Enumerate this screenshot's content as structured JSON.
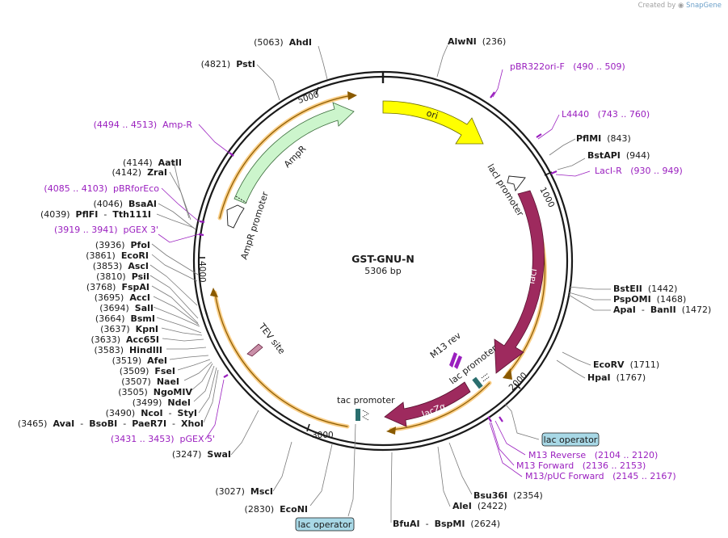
{
  "credit": {
    "prefix": "Created by",
    "brand": "SnapGene"
  },
  "plasmid": {
    "name": "GST-GNU-N",
    "length_label": "5306 bp",
    "length": 5306
  },
  "ticks": [
    "1000",
    "2000",
    "3000",
    "4000",
    "5000"
  ],
  "colors": {
    "ori": "#ffff00",
    "ampr": "#ccf5cc",
    "lacI": "#9e2a5e",
    "lacZa": "#9e2a5e",
    "highlight": "#f5a623",
    "tev": "#c98fa8",
    "primer": "#9a1fbf",
    "operator_bg": "#a8d8e6"
  },
  "features": {
    "ori": "ori",
    "ampr": "AmpR",
    "ampr_promoter": "AmpR promoter",
    "laci": "lacI",
    "laci_promoter": "lacI promoter",
    "lacza": "lacZα",
    "lac_promoter": "lac promoter",
    "tac_promoter": "tac promoter",
    "tev_site": "TEV site",
    "m13_rev": "M13 rev"
  },
  "operators": [
    {
      "id": "op-right",
      "label": "lac operator"
    },
    {
      "id": "op-bottom",
      "label": "lac operator"
    }
  ],
  "right_labels": [
    {
      "id": "alwni",
      "kind": "enz",
      "parts": [
        {
          "t": "AlwNI",
          "c": "enz"
        },
        {
          "t": "  (236)",
          "c": ""
        }
      ]
    },
    {
      "id": "pbr322",
      "kind": "primer",
      "parts": [
        {
          "t": "pBR322ori-F   (490 .. 509)",
          "c": "primer"
        }
      ]
    },
    {
      "id": "l4440",
      "kind": "primer",
      "parts": [
        {
          "t": "L4440   (743 .. 760)",
          "c": "primer"
        }
      ]
    },
    {
      "id": "pflmi",
      "kind": "enz",
      "parts": [
        {
          "t": "PflMI",
          "c": "enz"
        },
        {
          "t": "  (843)",
          "c": ""
        }
      ]
    },
    {
      "id": "bstapi",
      "kind": "enz",
      "parts": [
        {
          "t": "BstAPI",
          "c": "enz"
        },
        {
          "t": "  (944)",
          "c": ""
        }
      ]
    },
    {
      "id": "lacir",
      "kind": "primer",
      "parts": [
        {
          "t": "LacI-R   (930 .. 949)",
          "c": "primer"
        }
      ]
    },
    {
      "id": "bsteii",
      "kind": "enz",
      "parts": [
        {
          "t": "BstEII",
          "c": "enz"
        },
        {
          "t": "  (1442)",
          "c": ""
        }
      ]
    },
    {
      "id": "psp",
      "kind": "enz",
      "parts": [
        {
          "t": "PspOMI",
          "c": "enz"
        },
        {
          "t": "  (1468)",
          "c": ""
        }
      ]
    },
    {
      "id": "apai",
      "kind": "enz",
      "parts": [
        {
          "t": "ApaI",
          "c": "enz"
        },
        {
          "t": "  -  ",
          "c": ""
        },
        {
          "t": "BanII",
          "c": "enz"
        },
        {
          "t": "  (1472)",
          "c": ""
        }
      ]
    },
    {
      "id": "ecorv",
      "kind": "enz",
      "parts": [
        {
          "t": "EcoRV",
          "c": "enz"
        },
        {
          "t": "  (1711)",
          "c": ""
        }
      ]
    },
    {
      "id": "hpai",
      "kind": "enz",
      "parts": [
        {
          "t": "HpaI",
          "c": "enz"
        },
        {
          "t": "  (1767)",
          "c": ""
        }
      ]
    },
    {
      "id": "m13rev",
      "kind": "primer",
      "parts": [
        {
          "t": "M13 Reverse   (2104 .. 2120)",
          "c": "primer"
        }
      ]
    },
    {
      "id": "m13fwd",
      "kind": "primer",
      "parts": [
        {
          "t": "M13 Forward   (2136 .. 2153)",
          "c": "primer"
        }
      ]
    },
    {
      "id": "m13puc",
      "kind": "primer",
      "parts": [
        {
          "t": "M13/pUC Forward   (2145 .. 2167)",
          "c": "primer"
        }
      ]
    },
    {
      "id": "bsu36i",
      "kind": "enz",
      "parts": [
        {
          "t": "Bsu36I",
          "c": "enz"
        },
        {
          "t": "  (2354)",
          "c": ""
        }
      ]
    },
    {
      "id": "alei",
      "kind": "enz",
      "parts": [
        {
          "t": "AleI",
          "c": "enz"
        },
        {
          "t": "  (2422)",
          "c": ""
        }
      ]
    },
    {
      "id": "bfuai",
      "kind": "enz",
      "parts": [
        {
          "t": "BfuAI",
          "c": "enz"
        },
        {
          "t": "  -  ",
          "c": ""
        },
        {
          "t": "BspMI",
          "c": "enz"
        },
        {
          "t": "  (2624)",
          "c": ""
        }
      ]
    }
  ],
  "left_labels": [
    {
      "id": "ahdi",
      "kind": "enz",
      "parts": [
        {
          "t": "(5063)  ",
          "c": ""
        },
        {
          "t": "AhdI",
          "c": "enz"
        }
      ]
    },
    {
      "id": "psti",
      "kind": "enz",
      "parts": [
        {
          "t": "(4821)  ",
          "c": ""
        },
        {
          "t": "PstI",
          "c": "enz"
        }
      ]
    },
    {
      "id": "ampr-p",
      "kind": "primer",
      "parts": [
        {
          "t": "(4494 .. 4513)  Amp-R",
          "c": "primer"
        }
      ]
    },
    {
      "id": "aatii",
      "kind": "enz",
      "parts": [
        {
          "t": "(4144)  ",
          "c": ""
        },
        {
          "t": "AatII",
          "c": "enz"
        }
      ]
    },
    {
      "id": "zrai",
      "kind": "enz",
      "parts": [
        {
          "t": "(4142)  ",
          "c": ""
        },
        {
          "t": "ZraI",
          "c": "enz"
        }
      ]
    },
    {
      "id": "pbrfor",
      "kind": "primer",
      "parts": [
        {
          "t": "(4085 .. 4103)  pBRforEco",
          "c": "primer"
        }
      ]
    },
    {
      "id": "bsaai",
      "kind": "enz",
      "parts": [
        {
          "t": "(4046)  ",
          "c": ""
        },
        {
          "t": "BsaAI",
          "c": "enz"
        }
      ]
    },
    {
      "id": "pflfi",
      "kind": "enz",
      "parts": [
        {
          "t": "(4039)  ",
          "c": ""
        },
        {
          "t": "PflFI",
          "c": "enz"
        },
        {
          "t": "  -  ",
          "c": ""
        },
        {
          "t": "Tth111I",
          "c": "enz"
        }
      ]
    },
    {
      "id": "pgex3",
      "kind": "primer",
      "parts": [
        {
          "t": "(3919 .. 3941)  pGEX 3'",
          "c": "primer"
        }
      ]
    },
    {
      "id": "pfoi",
      "kind": "enz",
      "parts": [
        {
          "t": "(3936)  ",
          "c": ""
        },
        {
          "t": "PfoI",
          "c": "enz"
        }
      ]
    },
    {
      "id": "ecori",
      "kind": "enz",
      "parts": [
        {
          "t": "(3861)  ",
          "c": ""
        },
        {
          "t": "EcoRI",
          "c": "enz"
        }
      ]
    },
    {
      "id": "asci",
      "kind": "enz",
      "parts": [
        {
          "t": "(3853)  ",
          "c": ""
        },
        {
          "t": "AscI",
          "c": "enz"
        }
      ]
    },
    {
      "id": "psii",
      "kind": "enz",
      "parts": [
        {
          "t": "(3810)  ",
          "c": ""
        },
        {
          "t": "PsiI",
          "c": "enz"
        }
      ]
    },
    {
      "id": "fspai",
      "kind": "enz",
      "parts": [
        {
          "t": "(3768)  ",
          "c": ""
        },
        {
          "t": "FspAI",
          "c": "enz"
        }
      ]
    },
    {
      "id": "acci",
      "kind": "enz",
      "parts": [
        {
          "t": "(3695)  ",
          "c": ""
        },
        {
          "t": "AccI",
          "c": "enz"
        }
      ]
    },
    {
      "id": "sali",
      "kind": "enz",
      "parts": [
        {
          "t": "(3694)  ",
          "c": ""
        },
        {
          "t": "SalI",
          "c": "enz"
        }
      ]
    },
    {
      "id": "bsmi",
      "kind": "enz",
      "parts": [
        {
          "t": "(3664)  ",
          "c": ""
        },
        {
          "t": "BsmI",
          "c": "enz"
        }
      ]
    },
    {
      "id": "kpni",
      "kind": "enz",
      "parts": [
        {
          "t": "(3637)  ",
          "c": ""
        },
        {
          "t": "KpnI",
          "c": "enz"
        }
      ]
    },
    {
      "id": "acc65i",
      "kind": "enz",
      "parts": [
        {
          "t": "(3633)  ",
          "c": ""
        },
        {
          "t": "Acc65I",
          "c": "enz"
        }
      ]
    },
    {
      "id": "hindiii",
      "kind": "enz",
      "parts": [
        {
          "t": "(3583)  ",
          "c": ""
        },
        {
          "t": "HindIII",
          "c": "enz"
        }
      ]
    },
    {
      "id": "afei",
      "kind": "enz",
      "parts": [
        {
          "t": "(3519)  ",
          "c": ""
        },
        {
          "t": "AfeI",
          "c": "enz"
        }
      ]
    },
    {
      "id": "fsei",
      "kind": "enz",
      "parts": [
        {
          "t": "(3509)  ",
          "c": ""
        },
        {
          "t": "FseI",
          "c": "enz"
        }
      ]
    },
    {
      "id": "naei",
      "kind": "enz",
      "parts": [
        {
          "t": "(3507)  ",
          "c": ""
        },
        {
          "t": "NaeI",
          "c": "enz"
        }
      ]
    },
    {
      "id": "ngomiv",
      "kind": "enz",
      "parts": [
        {
          "t": "(3505)  ",
          "c": ""
        },
        {
          "t": "NgoMIV",
          "c": "enz"
        }
      ]
    },
    {
      "id": "ndei",
      "kind": "enz",
      "parts": [
        {
          "t": "(3499)  ",
          "c": ""
        },
        {
          "t": "NdeI",
          "c": "enz"
        }
      ]
    },
    {
      "id": "ncoi",
      "kind": "enz",
      "parts": [
        {
          "t": "(3490)  ",
          "c": ""
        },
        {
          "t": "NcoI",
          "c": "enz"
        },
        {
          "t": "  -  ",
          "c": ""
        },
        {
          "t": "StyI",
          "c": "enz"
        }
      ]
    },
    {
      "id": "avai",
      "kind": "enz",
      "parts": [
        {
          "t": "(3465)  ",
          "c": ""
        },
        {
          "t": "AvaI",
          "c": "enz"
        },
        {
          "t": "  -  ",
          "c": ""
        },
        {
          "t": "BsoBI",
          "c": "enz"
        },
        {
          "t": "  -  ",
          "c": ""
        },
        {
          "t": "PaeR7I",
          "c": "enz"
        },
        {
          "t": "  -  ",
          "c": ""
        },
        {
          "t": "XhoI",
          "c": "enz"
        }
      ]
    },
    {
      "id": "pgex5",
      "kind": "primer",
      "parts": [
        {
          "t": "(3431 .. 3453)  pGEX 5'",
          "c": "primer"
        }
      ]
    },
    {
      "id": "swai",
      "kind": "enz",
      "parts": [
        {
          "t": "(3247)  ",
          "c": ""
        },
        {
          "t": "SwaI",
          "c": "enz"
        }
      ]
    },
    {
      "id": "msci",
      "kind": "enz",
      "parts": [
        {
          "t": "(3027)  ",
          "c": ""
        },
        {
          "t": "MscI",
          "c": "enz"
        }
      ]
    },
    {
      "id": "econi",
      "kind": "enz",
      "parts": [
        {
          "t": "(2830)  ",
          "c": ""
        },
        {
          "t": "EcoNI",
          "c": "enz"
        }
      ]
    }
  ]
}
